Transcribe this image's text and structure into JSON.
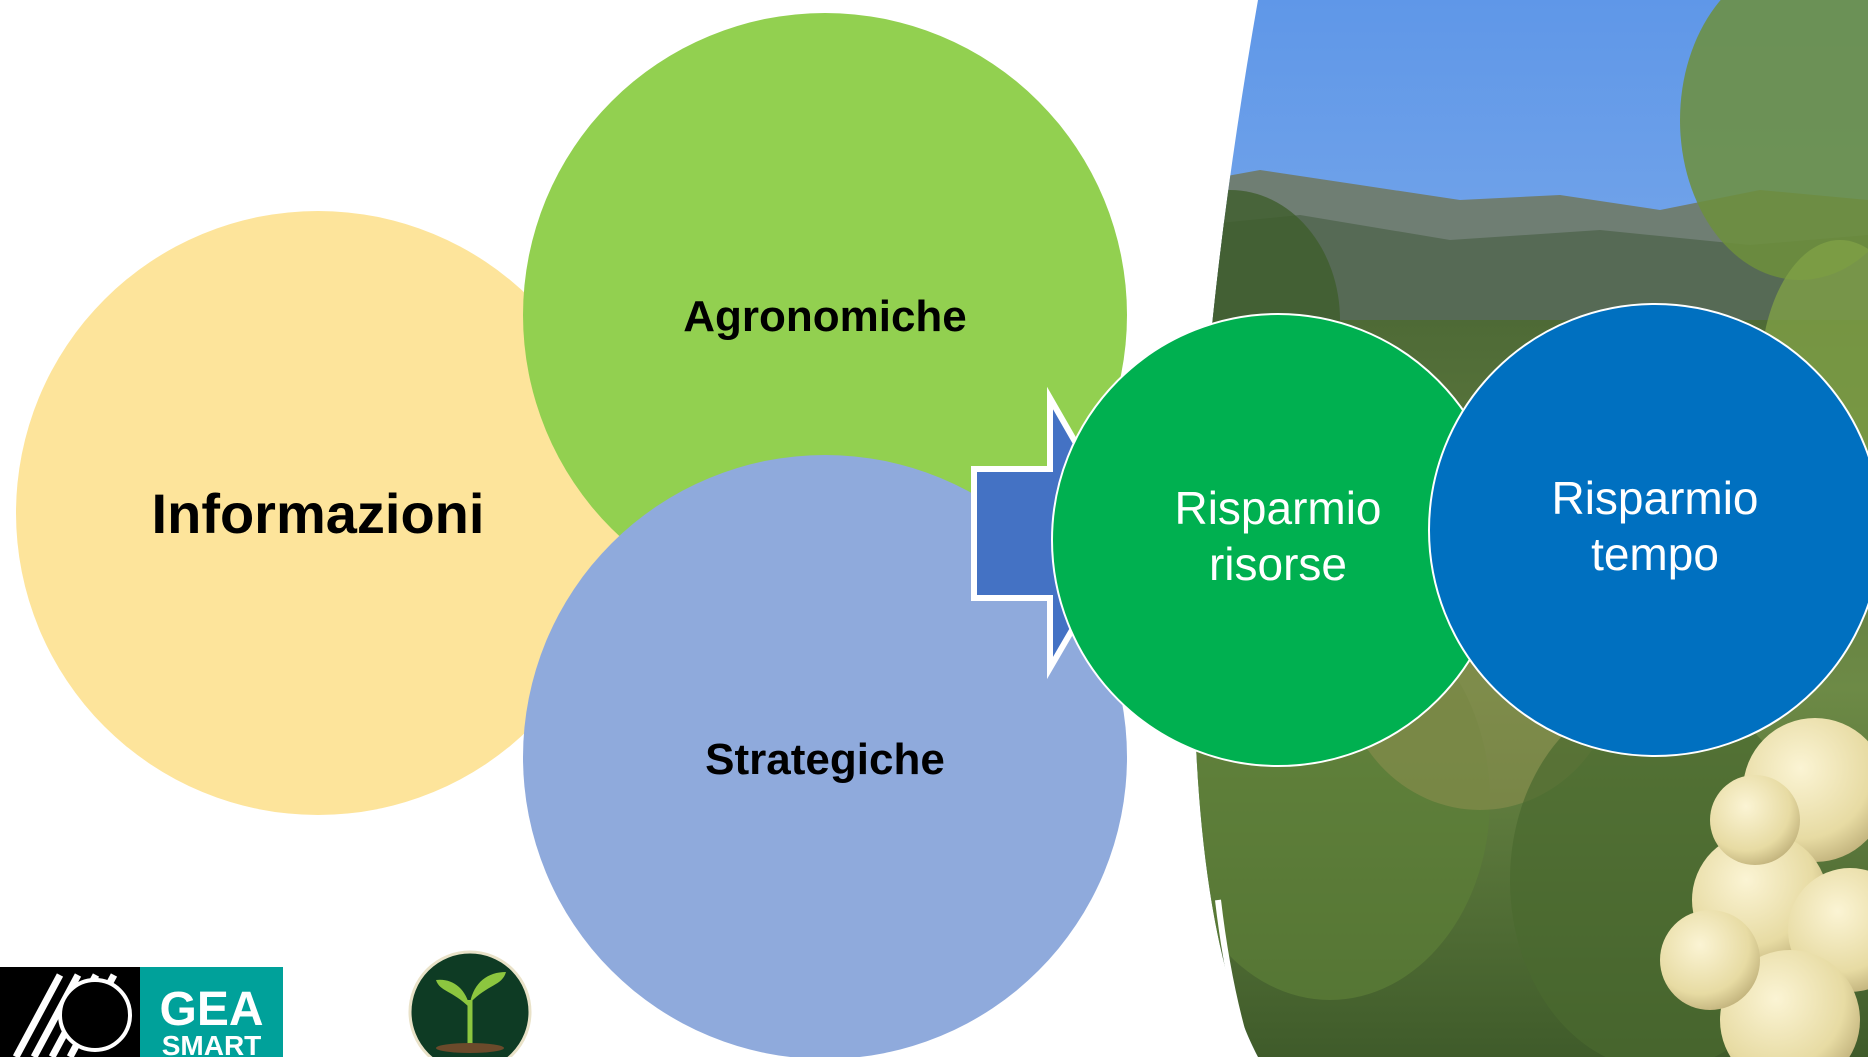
{
  "diagram": {
    "left_circle": {
      "label": "Informazioni",
      "color": "#FDE49B"
    },
    "top_circle": {
      "label": "Agronomiche",
      "color": "#92D050"
    },
    "bottom_circle": {
      "label": "Strategiche",
      "color": "#8FAADC"
    },
    "arrow": {
      "color": "#4472C4",
      "direction": "right"
    },
    "result_green": {
      "line1": "Risparmio",
      "line2": "risorse",
      "color": "#00B050"
    },
    "result_blue": {
      "line1": "Risparmio",
      "line2": "tempo",
      "color": "#0070C0"
    }
  },
  "logos": {
    "gea_smart": {
      "text_line1": "GEA",
      "text_line2": "SMART",
      "color": "#00A19A"
    },
    "plant_logo": {
      "icon": "sprout-icon",
      "color": "#0E3B24"
    }
  },
  "background": {
    "photo": "vineyard-photo"
  }
}
